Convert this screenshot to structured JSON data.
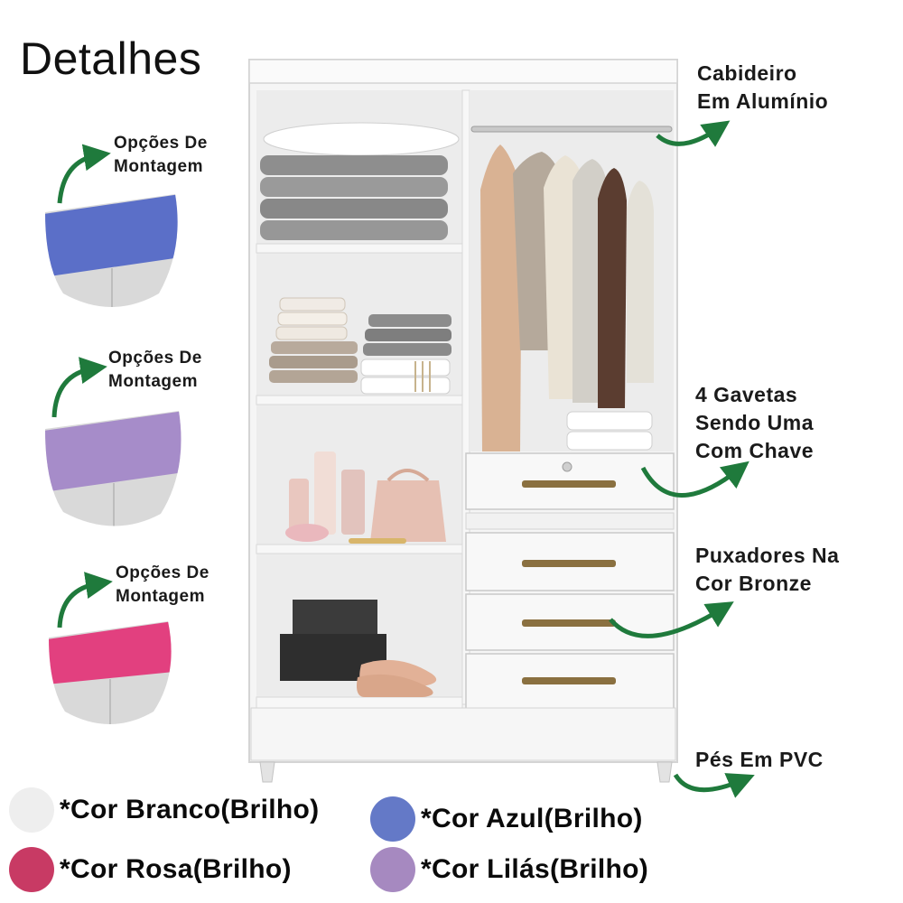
{
  "header": {
    "title": "Detalhes"
  },
  "features": {
    "hanger_rod": {
      "line1": "Cabideiro",
      "line2": "Em Alumínio"
    },
    "drawers": {
      "line1": "4 Gavetas",
      "line2": "Sendo Uma",
      "line3": "Com Chave"
    },
    "handles": {
      "line1": "Puxadores Na",
      "line2": "Cor Bronze"
    },
    "feet": {
      "line1": "Pés Em PVC"
    }
  },
  "assembly_options": [
    {
      "line1": "Opções De",
      "line2": "Montagem",
      "color": "#5b6fc8"
    },
    {
      "line1": "Opções De",
      "line2": "Montagem",
      "color": "#a68cc9"
    },
    {
      "line1": "Opções De",
      "line2": "Montagem",
      "color": "#e2407f"
    }
  ],
  "color_options": [
    {
      "label": "*Cor Branco(Brilho)",
      "color": "#eeeeee"
    },
    {
      "label": "*Cor Azul(Brilho)",
      "color": "#6479c7"
    },
    {
      "label": "*Cor Rosa(Brilho)",
      "color": "#c83a64"
    },
    {
      "label": "*Cor Lilás(Brilho)",
      "color": "#a689c0"
    }
  ],
  "colors": {
    "arrow": "#1f7a3c",
    "cabinet": "#f4f4f4",
    "handle": "#8a7040"
  }
}
